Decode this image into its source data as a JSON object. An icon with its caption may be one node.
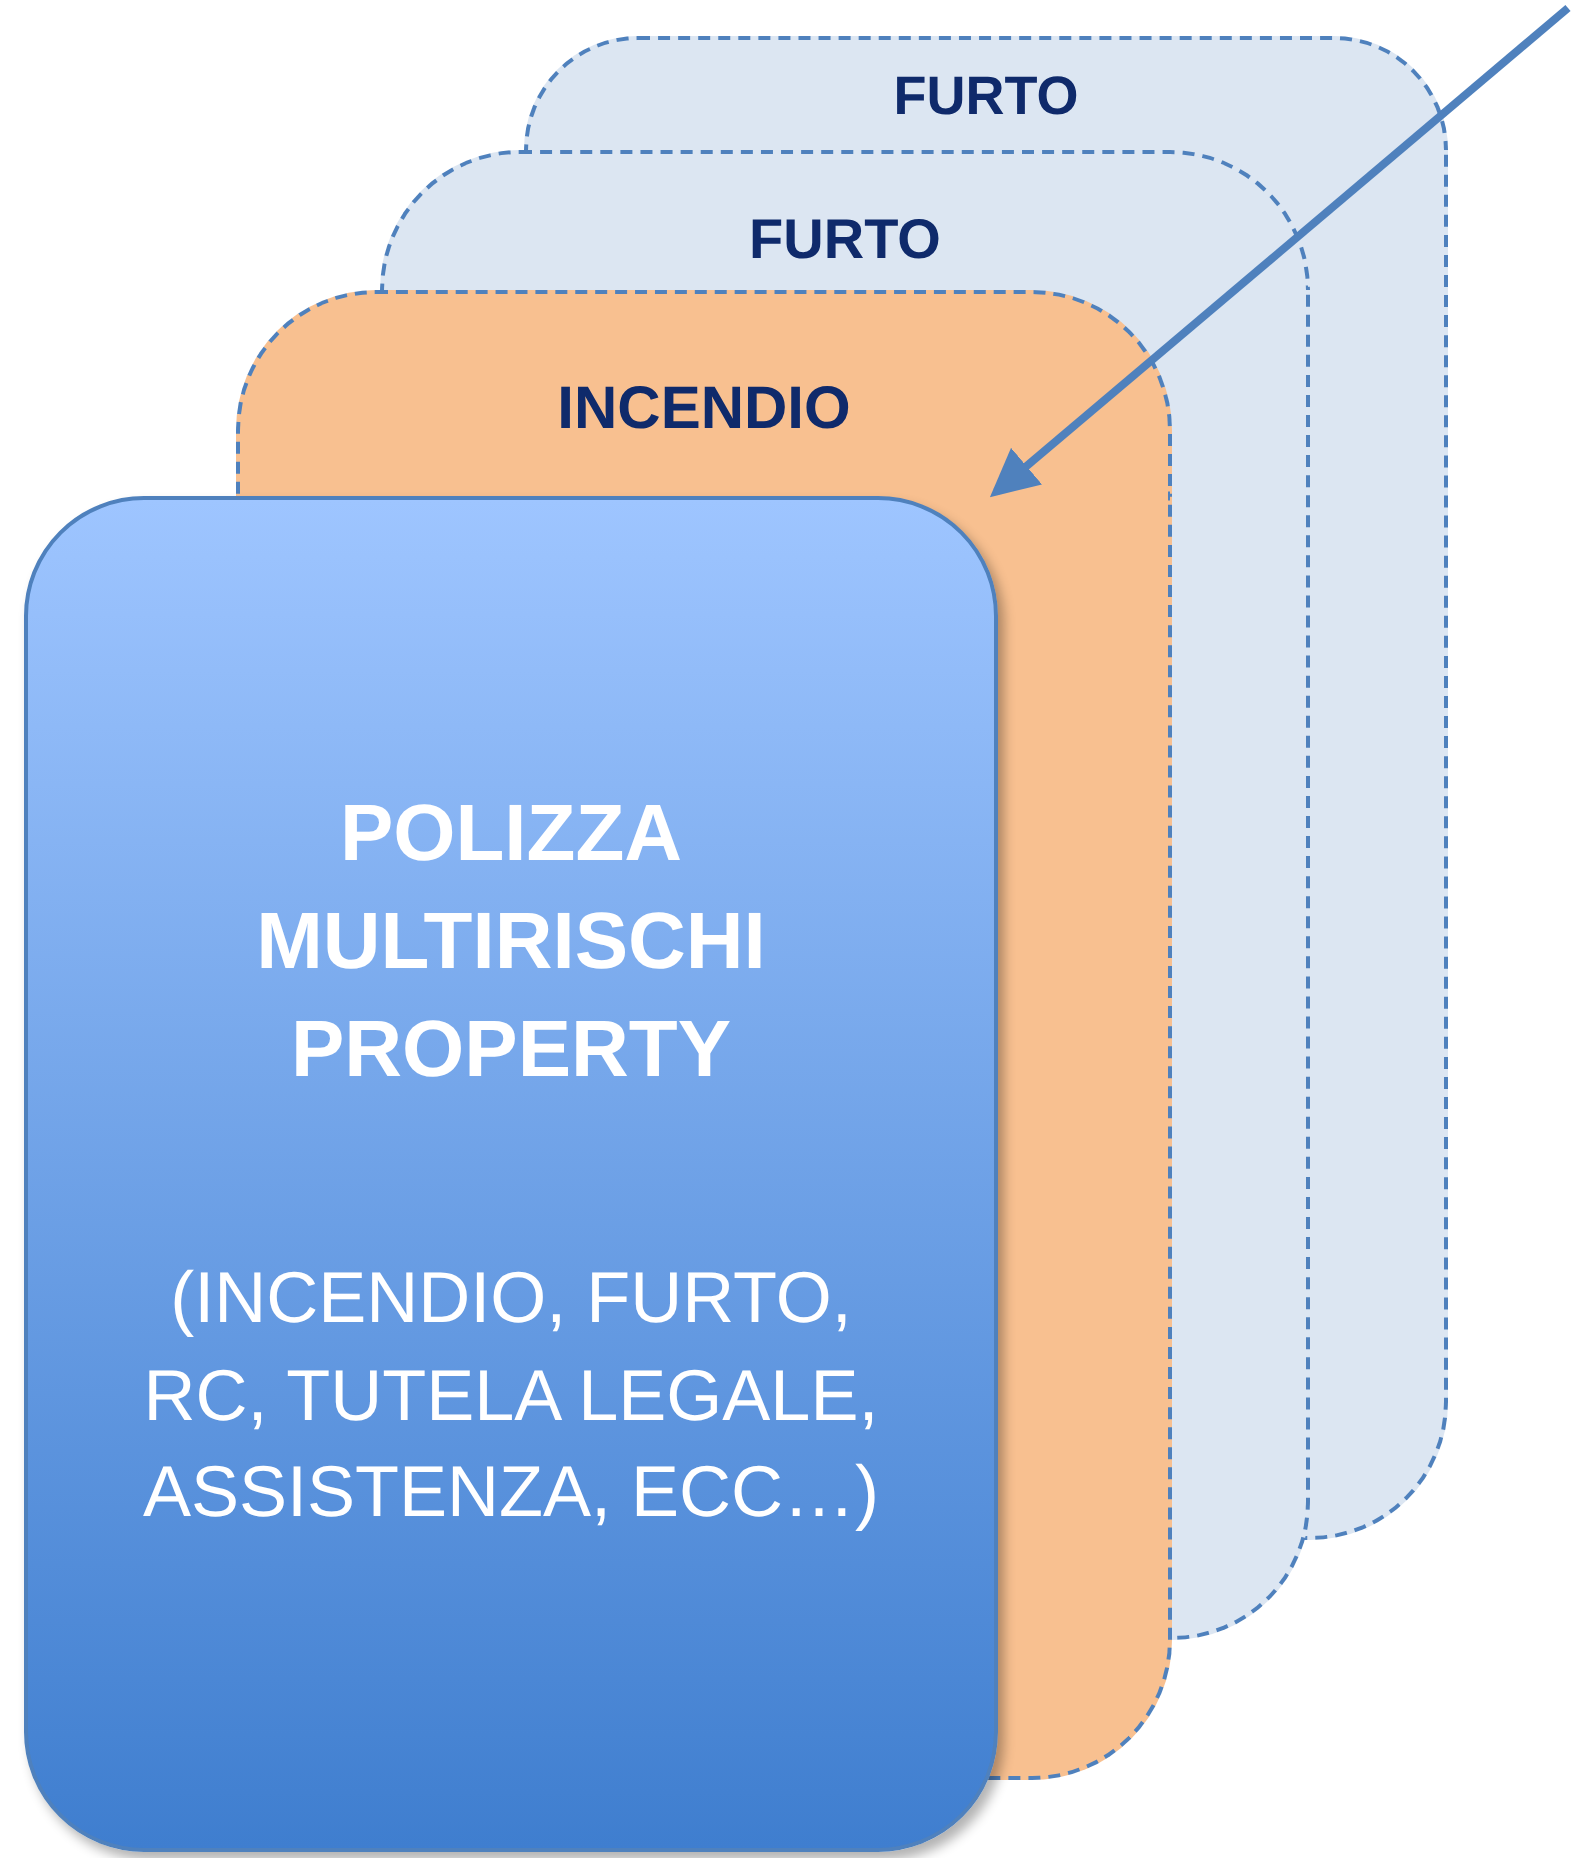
{
  "diagram": {
    "nodes": [
      {
        "text": [
          "FURTO"
        ]
      },
      {
        "text": [
          "FURTO"
        ]
      },
      {
        "text": [
          "INCENDIO"
        ]
      },
      {
        "text": [
          "POLIZZA MULTIRISCHI PROPERTY",
          "(INCENDIO, FURTO, RC, TUTELA LEGALE, ASSISTENZA, ECC…)"
        ]
      }
    ],
    "edges": [
      {
        "from": null,
        "to": 2,
        "arrow": "to"
      }
    ]
  }
}
